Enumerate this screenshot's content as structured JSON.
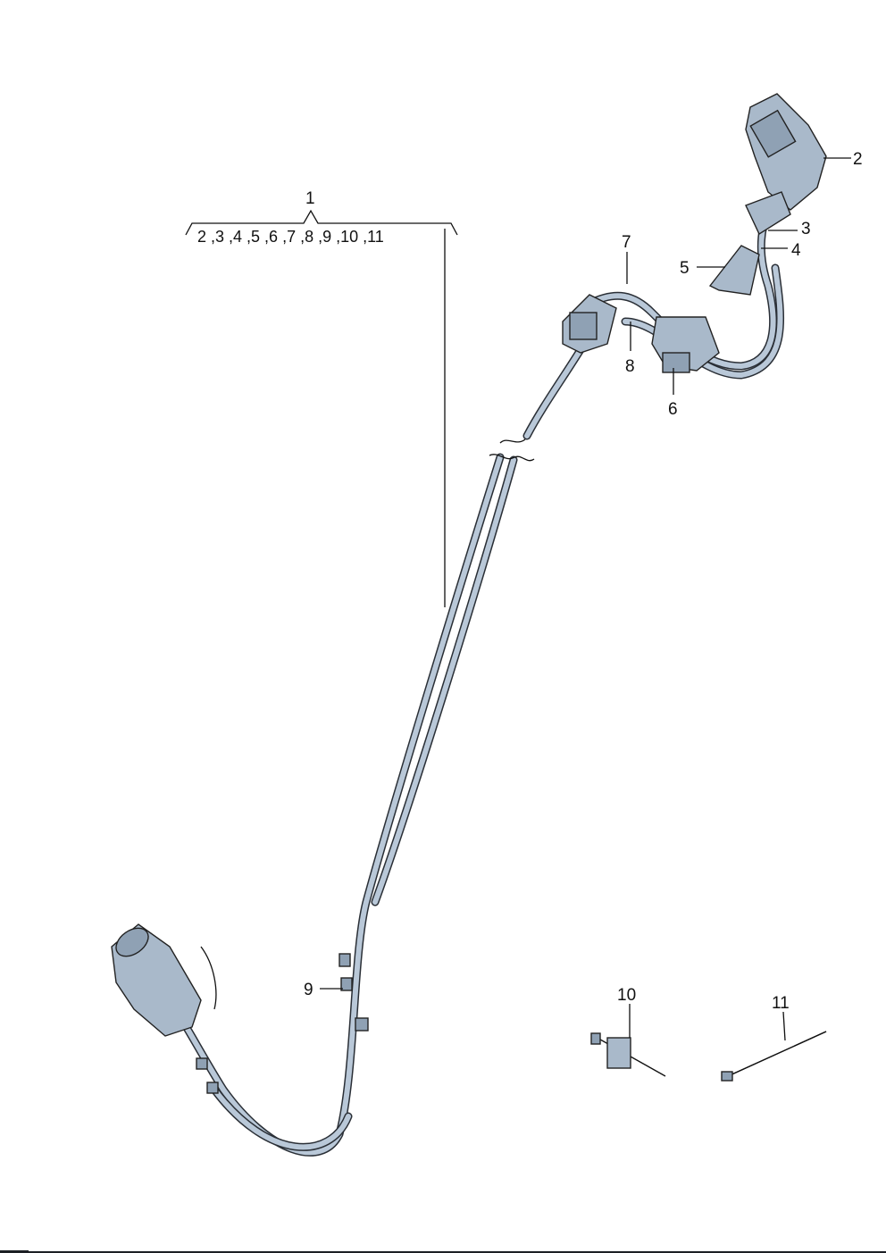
{
  "diagram": {
    "group_label": "1",
    "group_members": "2 ,3 ,4  ,5 ,6 ,7 ,8 ,9 ,10 ,11",
    "callouts": {
      "c2": "2",
      "c3": "3",
      "c4": "4",
      "c5": "5",
      "c6": "6",
      "c7": "7",
      "c8": "8",
      "c9": "9",
      "c10": "10",
      "c11": "11"
    }
  }
}
